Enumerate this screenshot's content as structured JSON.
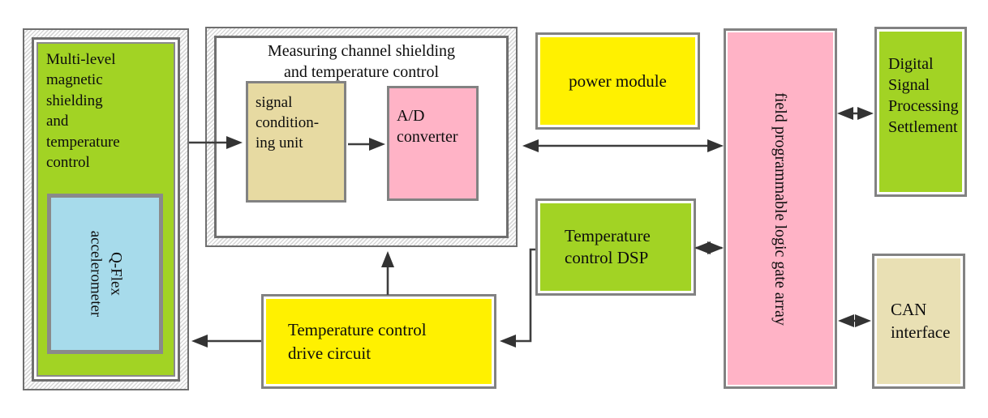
{
  "diagram": {
    "description": "accelerometer measurement system block diagram",
    "nodes": {
      "multi_level_shield": {
        "label": "Multi-level\nmagnetic\nshielding\nand\ntemperature\ncontrol"
      },
      "qflex": {
        "label": "Q-Flex\naccelerometer"
      },
      "measuring_channel": {
        "label": "Measuring channel shielding\nand temperature control"
      },
      "signal_conditioning": {
        "label": "signal\ncondition-\ning unit"
      },
      "ad_converter": {
        "label": "A/D\nconverter"
      },
      "power_module": {
        "label": "power module"
      },
      "temperature_control_dsp": {
        "label": "Temperature\ncontrol DSP"
      },
      "fpga": {
        "label": "field programmable logic gate array"
      },
      "dsp_settlement": {
        "label": "Digital\nSignal\nProcessing\nSettlement"
      },
      "can_interface": {
        "label": "CAN\ninterface"
      },
      "drive_circuit": {
        "label": "Temperature control\ndrive circuit"
      }
    },
    "colors": {
      "green": "#A2D324",
      "yellow": "#FFF100",
      "pink": "#FFB3C6",
      "tan": "#E7DAA2",
      "tan_light": "#E9E0B4",
      "blue": "#A7DBEB",
      "box_border": "#828282",
      "wall_border": "#6F6F6F",
      "arrow": "#3E3E3E"
    }
  }
}
